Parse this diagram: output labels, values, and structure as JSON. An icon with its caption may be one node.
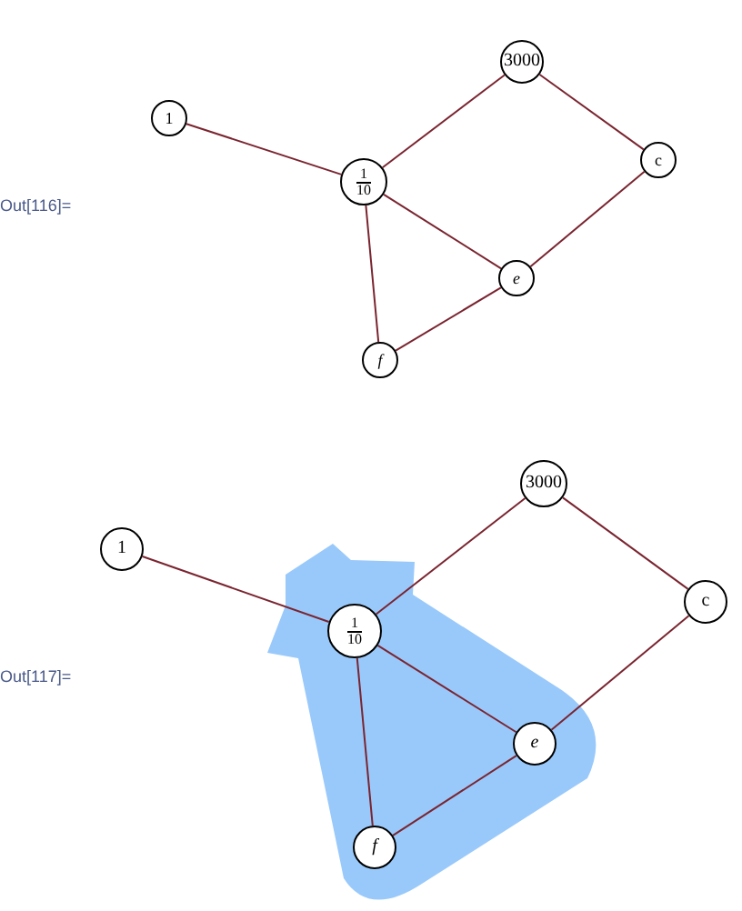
{
  "diagram": {
    "nodes": [
      {
        "text": [
          "1"
        ]
      },
      {
        "text": [
          "1",
          "10"
        ]
      },
      {
        "text": [
          "3000"
        ]
      },
      {
        "text": [
          "c"
        ]
      },
      {
        "text": [
          "e"
        ]
      },
      {
        "text": [
          "f"
        ]
      },
      {
        "text": [
          "1"
        ]
      },
      {
        "text": [
          "1",
          "10"
        ]
      },
      {
        "text": [
          "3000"
        ]
      },
      {
        "text": [
          "c"
        ]
      },
      {
        "text": [
          "e"
        ]
      },
      {
        "text": [
          "f"
        ]
      }
    ],
    "edges": [
      {
        "from": 0,
        "to": 1,
        "arrow": "none"
      },
      {
        "from": 1,
        "to": 2,
        "arrow": "none"
      },
      {
        "from": 2,
        "to": 3,
        "arrow": "none"
      },
      {
        "from": 3,
        "to": 4,
        "arrow": "none"
      },
      {
        "from": 1,
        "to": 4,
        "arrow": "none"
      },
      {
        "from": 1,
        "to": 5,
        "arrow": "none"
      },
      {
        "from": 5,
        "to": 4,
        "arrow": "none"
      },
      {
        "from": 6,
        "to": 7,
        "arrow": "none"
      },
      {
        "from": 7,
        "to": 8,
        "arrow": "none"
      },
      {
        "from": 8,
        "to": 9,
        "arrow": "none"
      },
      {
        "from": 9,
        "to": 10,
        "arrow": "none"
      },
      {
        "from": 7,
        "to": 10,
        "arrow": "none"
      },
      {
        "from": 7,
        "to": 11,
        "arrow": "none"
      },
      {
        "from": 11,
        "to": 10,
        "arrow": "none"
      }
    ],
    "labels": [
      "Out[116]=",
      "Out[117]="
    ]
  }
}
